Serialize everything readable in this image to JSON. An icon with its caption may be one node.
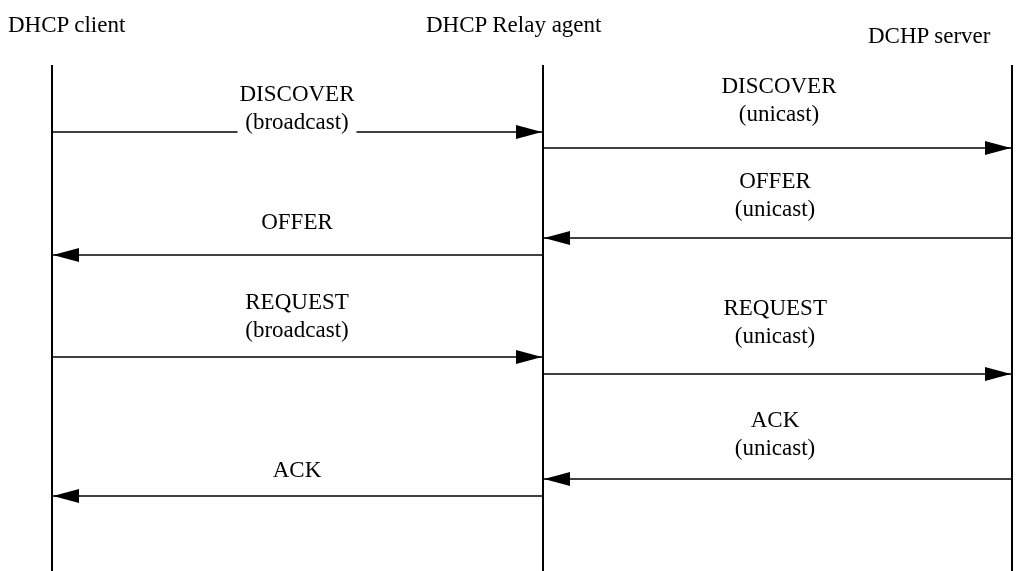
{
  "diagram": {
    "nodes": [
      {
        "text": [
          "DHCP client"
        ]
      },
      {
        "text": [
          "DHCP Relay agent"
        ]
      },
      {
        "text": [
          "DCHP server"
        ]
      }
    ],
    "edges": [
      {
        "from": 0,
        "to": 1,
        "arrow": "to",
        "label": "DISCOVER (broadcast)"
      },
      {
        "from": 1,
        "to": 2,
        "arrow": "to",
        "label": "DISCOVER (unicast)"
      },
      {
        "from": 2,
        "to": 1,
        "arrow": "to",
        "label": "OFFER (unicast)"
      },
      {
        "from": 1,
        "to": 0,
        "arrow": "to",
        "label": "OFFER"
      },
      {
        "from": 0,
        "to": 1,
        "arrow": "to",
        "label": "REQUEST (broadcast)"
      },
      {
        "from": 1,
        "to": 2,
        "arrow": "to",
        "label": "REQUEST (unicast)"
      },
      {
        "from": 2,
        "to": 1,
        "arrow": "to",
        "label": "ACK (unicast)"
      },
      {
        "from": 1,
        "to": 0,
        "arrow": "to",
        "label": "ACK"
      }
    ]
  }
}
